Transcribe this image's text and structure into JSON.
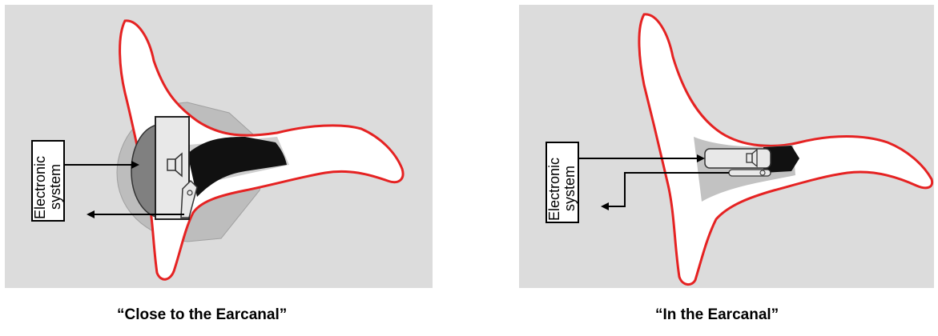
{
  "panels": [
    {
      "box_label_line1": "Electronic",
      "box_label_line2": "system",
      "caption": "“Close to the Earcanal”"
    },
    {
      "box_label_line1": "Electronic",
      "box_label_line2": "system",
      "caption": "“In the Earcanal”"
    }
  ],
  "colors": {
    "background_panel": "#dcdcdc",
    "ear_outline": "#e52222",
    "device_gray": "#b4b4b4",
    "tube_black": "#111111"
  }
}
